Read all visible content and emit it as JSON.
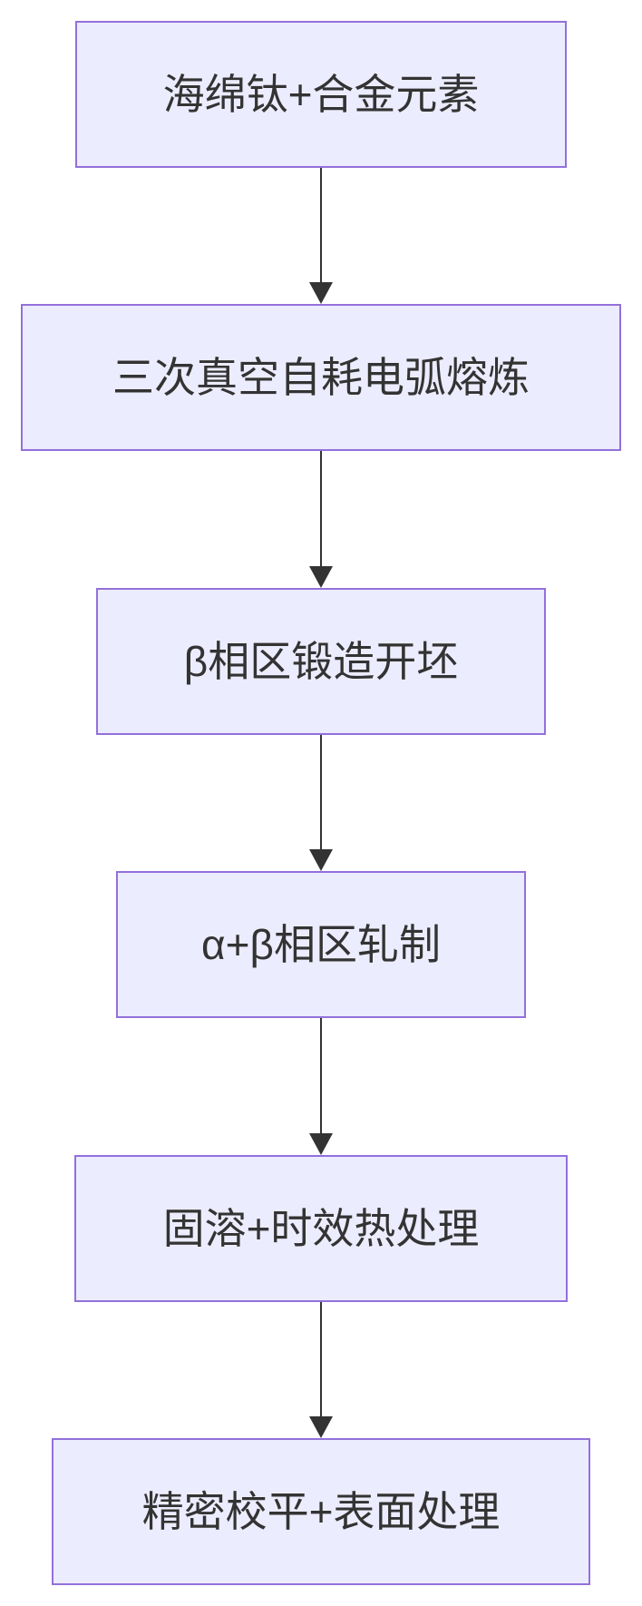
{
  "diagram": {
    "type": "flowchart",
    "direction": "top-down",
    "nodes": [
      {
        "id": "step-1",
        "label": "海绵钛+合金元素"
      },
      {
        "id": "step-2",
        "label": "三次真空自耗电弧熔炼"
      },
      {
        "id": "step-3",
        "label": "β相区锻造开坯"
      },
      {
        "id": "step-4",
        "label": "α+β相区轧制"
      },
      {
        "id": "step-5",
        "label": "固溶+时效热处理"
      },
      {
        "id": "step-6",
        "label": "精密校平+表面处理"
      }
    ],
    "edges": [
      {
        "from": "step-1",
        "to": "step-2"
      },
      {
        "from": "step-2",
        "to": "step-3"
      },
      {
        "from": "step-3",
        "to": "step-4"
      },
      {
        "from": "step-4",
        "to": "step-5"
      },
      {
        "from": "step-5",
        "to": "step-6"
      }
    ],
    "theme": {
      "node-fill": "#ECECFF",
      "node-border": "#9370DB",
      "node-text": "#333333",
      "arrow-color": "#333333",
      "background": "#FFFFFF"
    }
  }
}
